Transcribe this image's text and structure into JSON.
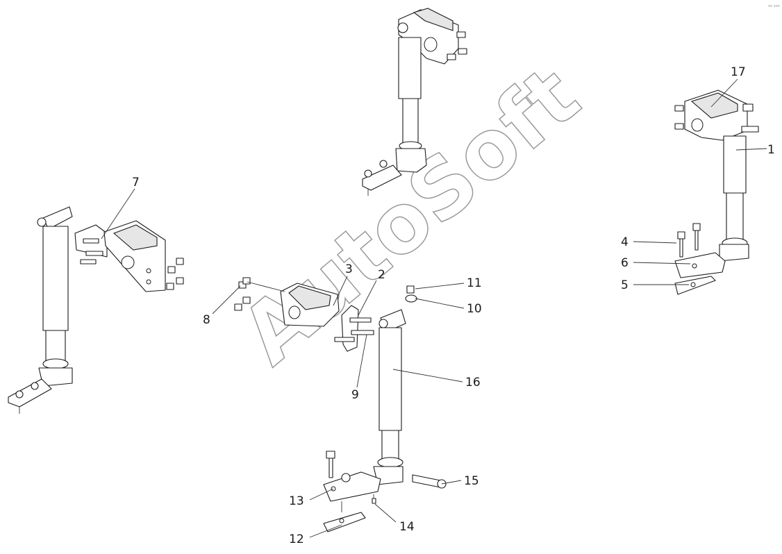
{
  "watermark": "AutoSoft",
  "corner_mark": "°° °°°",
  "callouts": {
    "c1": "1",
    "c2": "2",
    "c3": "3",
    "c4": "4",
    "c5": "5",
    "c6": "6",
    "c7": "7",
    "c8": "8",
    "c9": "9",
    "c10": "10",
    "c11": "11",
    "c12": "12",
    "c13": "13",
    "c14": "14",
    "c15": "15",
    "c16": "16",
    "c17": "17"
  }
}
